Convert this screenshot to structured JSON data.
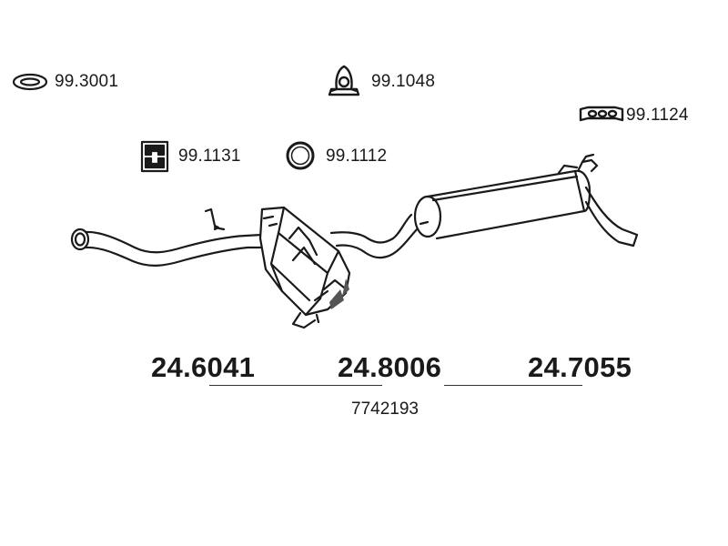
{
  "accessories": [
    {
      "code": "99.3001",
      "icon": "gasket-ring-icon"
    },
    {
      "code": "99.1048",
      "icon": "u-bolt-clamp-icon"
    },
    {
      "code": "99.1124",
      "icon": "rubber-hanger-icon"
    },
    {
      "code": "99.1131",
      "icon": "mounting-bracket-icon"
    },
    {
      "code": "99.1112",
      "icon": "o-ring-icon"
    }
  ],
  "sections": [
    {
      "code": "24.6041",
      "part": "front-pipe"
    },
    {
      "code": "24.8006",
      "part": "center-silencer"
    },
    {
      "code": "24.7055",
      "part": "rear-silencer"
    }
  ],
  "assembly_code": "7742193",
  "colors": {
    "line": "#1a1a1a",
    "shade": "#555555",
    "background": "#ffffff"
  }
}
